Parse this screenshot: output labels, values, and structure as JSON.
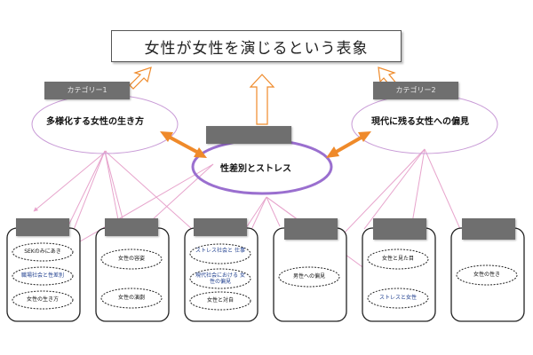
{
  "title": "女性が女性を演じるという表象",
  "categories": [
    {
      "label": "カテゴリー1",
      "text": "多様化する女性の生き方"
    },
    {
      "label": "",
      "text": "性差別とストレス"
    },
    {
      "label": "カテゴリー2",
      "text": "現代に残る女性への偏見"
    }
  ],
  "groups": [
    {
      "label": "",
      "items": [
        {
          "text": "SEKのみにあき"
        },
        {
          "text": "職場社会と性差別"
        },
        {
          "text": "女性の生き方"
        }
      ]
    },
    {
      "label": "",
      "items": [
        {
          "text": "女性の容姿"
        },
        {
          "text": "女性の演劇"
        }
      ]
    },
    {
      "label": "",
      "items": [
        {
          "text": "ストレス社会と 仕事"
        },
        {
          "text": "現代社会における 女性の偏見"
        },
        {
          "text": "女性と対自"
        }
      ]
    },
    {
      "label": "",
      "items": [
        {
          "text": "男性への偏見"
        }
      ]
    },
    {
      "label": "",
      "items": [
        {
          "text": "女性と見た目"
        },
        {
          "text": "ストレスと女性"
        }
      ]
    },
    {
      "label": "",
      "items": [
        {
          "text": "女性の性き"
        }
      ]
    }
  ],
  "colors": {
    "category_ellipse": "#c89ad6",
    "center_ellipse": "#9a6fcf",
    "connector": "#e7a4cc",
    "arrow_orange": "#ef8a2a",
    "dark_label": "#6f6f6f",
    "blue_text": "#1f3f8f"
  }
}
